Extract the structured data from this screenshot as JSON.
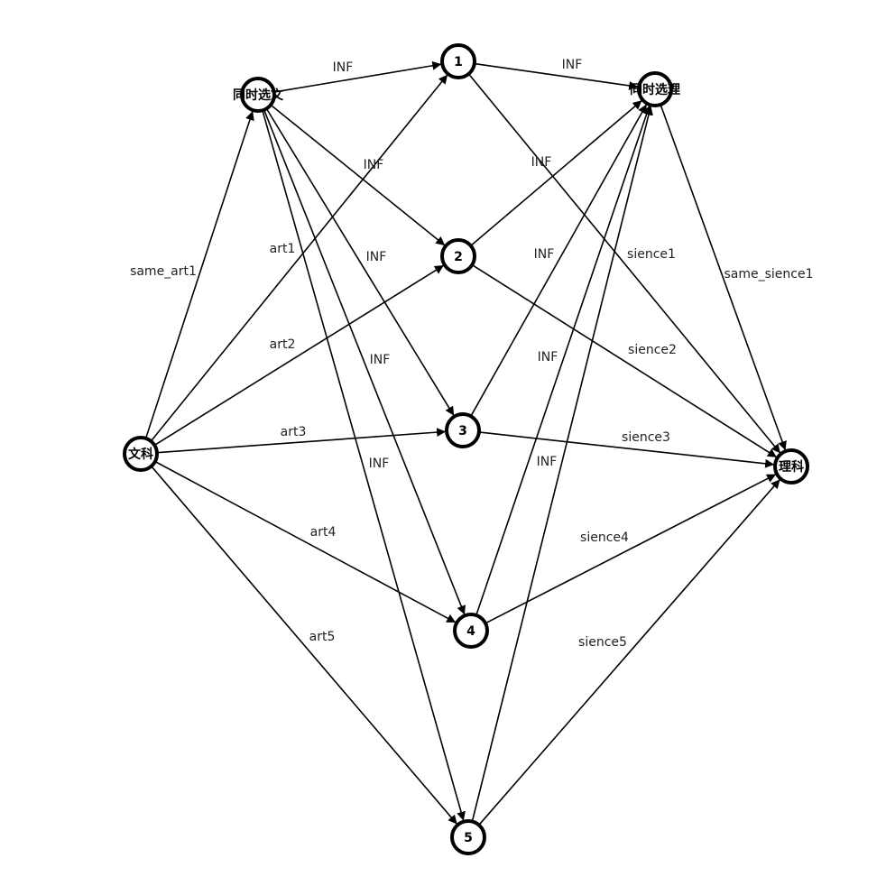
{
  "graph": {
    "nodes": [
      {
        "id": "wenke",
        "label": "文科"
      },
      {
        "id": "both_art",
        "label": "同时选文"
      },
      {
        "id": "n1",
        "label": "1"
      },
      {
        "id": "n2",
        "label": "2"
      },
      {
        "id": "n3",
        "label": "3"
      },
      {
        "id": "n4",
        "label": "4"
      },
      {
        "id": "n5",
        "label": "5"
      },
      {
        "id": "both_sci",
        "label": "同时选理"
      },
      {
        "id": "like",
        "label": "理科"
      }
    ],
    "edges": [
      {
        "from": "wenke",
        "to": "both_art",
        "label": "same_art1"
      },
      {
        "from": "wenke",
        "to": "n1",
        "label": "art1"
      },
      {
        "from": "wenke",
        "to": "n2",
        "label": "art2"
      },
      {
        "from": "wenke",
        "to": "n3",
        "label": "art3"
      },
      {
        "from": "wenke",
        "to": "n4",
        "label": "art4"
      },
      {
        "from": "wenke",
        "to": "n5",
        "label": "art5"
      },
      {
        "from": "both_art",
        "to": "n1",
        "label": "INF"
      },
      {
        "from": "both_art",
        "to": "n2",
        "label": "INF"
      },
      {
        "from": "both_art",
        "to": "n3",
        "label": "INF"
      },
      {
        "from": "both_art",
        "to": "n4",
        "label": "INF"
      },
      {
        "from": "both_art",
        "to": "n5",
        "label": "INF"
      },
      {
        "from": "n1",
        "to": "both_sci",
        "label": "INF"
      },
      {
        "from": "n2",
        "to": "both_sci",
        "label": "INF"
      },
      {
        "from": "n3",
        "to": "both_sci",
        "label": "INF"
      },
      {
        "from": "n4",
        "to": "both_sci",
        "label": "INF"
      },
      {
        "from": "n5",
        "to": "both_sci",
        "label": "INF"
      },
      {
        "from": "n1",
        "to": "like",
        "label": "sience1"
      },
      {
        "from": "n2",
        "to": "like",
        "label": "sience2"
      },
      {
        "from": "n3",
        "to": "like",
        "label": "sience3"
      },
      {
        "from": "n4",
        "to": "like",
        "label": "sience4"
      },
      {
        "from": "n5",
        "to": "like",
        "label": "sience5"
      },
      {
        "from": "both_sci",
        "to": "like",
        "label": "same_sience1"
      }
    ]
  }
}
